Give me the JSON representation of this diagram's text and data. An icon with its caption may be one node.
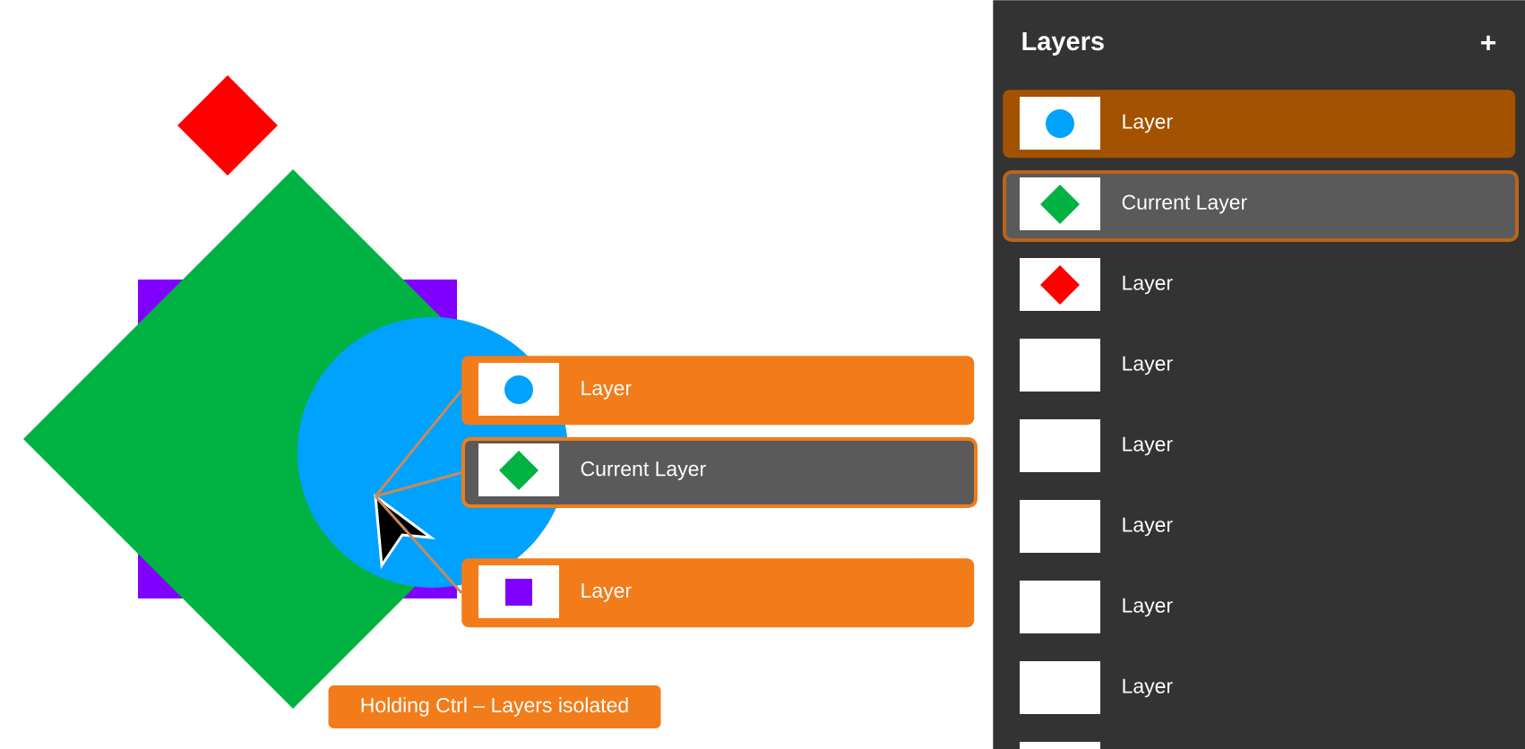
{
  "diagram": {
    "nodes": [
      {
        "text": [
          "Layer"
        ]
      },
      {
        "text": [
          "Current Layer"
        ]
      },
      {
        "text": [
          "Layer"
        ]
      },
      {
        "text": [],
        "shape": "cursor"
      },
      {
        "text": [
          "Layers"
        ]
      },
      {
        "text": [
          "Layer"
        ],
        "in": 4
      },
      {
        "text": [
          "Current Layer"
        ],
        "in": 4
      },
      {
        "text": [
          "Layer"
        ],
        "in": 4
      },
      {
        "text": [
          "Layer"
        ],
        "in": 4
      },
      {
        "text": [
          "Layer"
        ],
        "in": 4
      },
      {
        "text": [
          "Layer"
        ],
        "in": 4
      },
      {
        "text": [
          "Layer"
        ],
        "in": 4
      },
      {
        "text": [
          "Layer"
        ],
        "in": 4
      },
      {
        "text": [
          "Holding Ctrl – Layers isolated"
        ]
      },
      {
        "text": [],
        "shape": "diamond"
      }
    ],
    "edges": [
      {
        "from": 3,
        "to": 0,
        "arrow": "none"
      },
      {
        "from": 3,
        "to": 1,
        "arrow": "none"
      },
      {
        "from": 3,
        "to": 2,
        "arrow": "none"
      }
    ],
    "labels": [
      "+"
    ]
  }
}
